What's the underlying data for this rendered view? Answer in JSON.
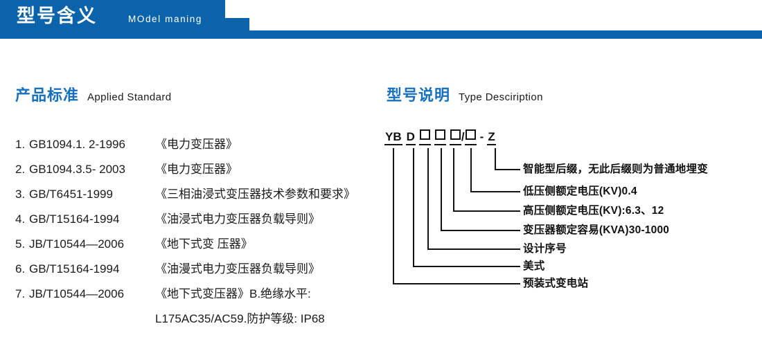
{
  "header": {
    "title_cn": "型号含义",
    "title_en": "MOdel maning",
    "accent_color": "#0b63ab"
  },
  "sections": {
    "standard": {
      "title_cn": "产品标准",
      "title_en": "Applied Standard",
      "title_color": "#1570bd",
      "items": [
        {
          "num": "1.",
          "code": "GB1094.1. 2-1996",
          "name": "《电力变压器》"
        },
        {
          "num": "2.",
          "code": "GB1094.3.5- 2003",
          "name": "《电力变压器》"
        },
        {
          "num": "3.",
          "code": "GB/T6451-1999",
          "name": "《三相油浸式变压器技术参数和要求》"
        },
        {
          "num": "4.",
          "code": "GB/T15164-1994",
          "name": "《油浸式电力变压器负载导则》"
        },
        {
          "num": "5.",
          "code": "JB/T10544—2006",
          "name": "《地下式变 压器》"
        },
        {
          "num": "6.",
          "code": "GB/T15164-1994",
          "name": "《油漫式电力变压器负载导则》"
        },
        {
          "num": "7.",
          "code": "JB/T10544—2006",
          "name": "《地下式变压器》B.绝缘水平:"
        }
      ],
      "continuation": "L175AC35/AC59.防护等级: IP68"
    },
    "type": {
      "title_cn": "型号说明",
      "title_en": "Type Desciription",
      "title_color": "#1570bd",
      "code": {
        "part_yb": "YB",
        "part_d": "D",
        "separator": "/",
        "dash": "-",
        "part_z": "Z"
      },
      "labels": [
        "智能型后缀，无此后缀则为普通地埋变",
        "低压侧额定电压(KV)0.4",
        "高压侧额定电压(KV):6.3、12",
        "变压器额定容易(KVA)30-1000",
        "设计序号",
        "美式",
        "预装式变电站"
      ]
    }
  }
}
